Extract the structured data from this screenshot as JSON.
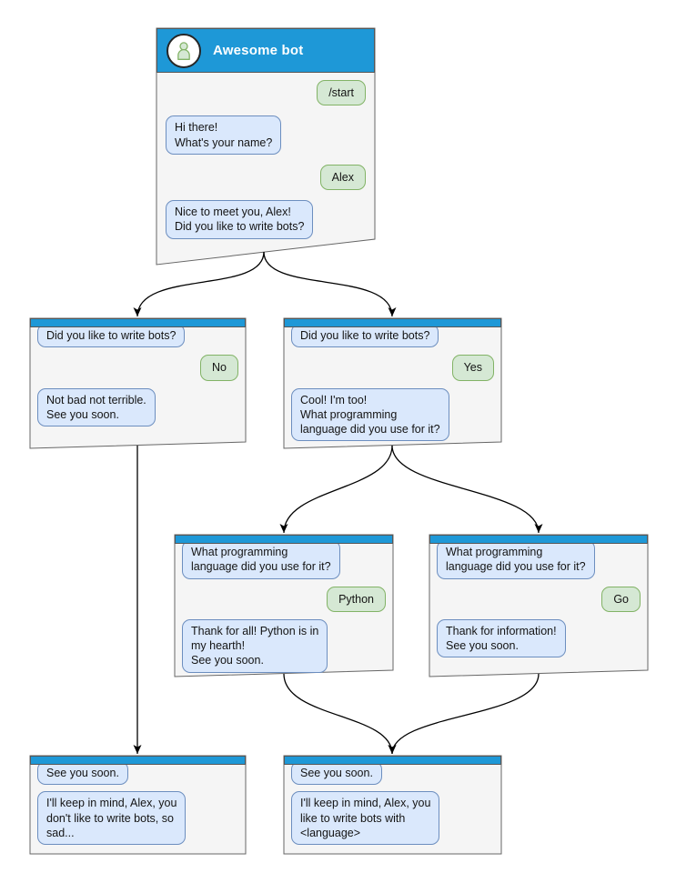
{
  "colors": {
    "canvas_bg": "#ffffff",
    "header_blue": "#1e98d7",
    "header_border": "#565656",
    "window_fill": "#f5f5f5",
    "window_border": "#666666",
    "bot_bubble_fill": "#dae8fc",
    "bot_bubble_border": "#6c8ebf",
    "user_bubble_fill": "#d5e8d4",
    "user_bubble_border": "#82b366",
    "arrow_color": "#000000"
  },
  "nodes": {
    "start": {
      "title": "Awesome bot",
      "avatar_icon": "user-icon",
      "messages": [
        {
          "from": "user",
          "text": "/start"
        },
        {
          "from": "bot",
          "text": "Hi there!\nWhat's your name?"
        },
        {
          "from": "user",
          "text": "Alex"
        },
        {
          "from": "bot",
          "text": "Nice to meet you, Alex!\nDid you like to write bots?"
        }
      ]
    },
    "branch_no": {
      "messages": [
        {
          "from": "bot",
          "text": "Did you like to write bots?"
        },
        {
          "from": "user",
          "text": "No"
        },
        {
          "from": "bot",
          "text": "Not bad not terrible.\nSee you soon."
        }
      ]
    },
    "branch_yes": {
      "messages": [
        {
          "from": "bot",
          "text": "Did you like to write bots?"
        },
        {
          "from": "user",
          "text": "Yes"
        },
        {
          "from": "bot",
          "text": "Cool! I'm too!\nWhat programming\nlanguage did you use for it?"
        }
      ]
    },
    "branch_python": {
      "messages": [
        {
          "from": "bot",
          "text": "What programming\nlanguage did you use for it?"
        },
        {
          "from": "user",
          "text": "Python"
        },
        {
          "from": "bot",
          "text": "Thank for all! Python is in\nmy hearth!\nSee you soon."
        }
      ]
    },
    "branch_go": {
      "messages": [
        {
          "from": "bot",
          "text": "What programming\nlanguage did you use for it?"
        },
        {
          "from": "user",
          "text": "Go"
        },
        {
          "from": "bot",
          "text": "Thank for information!\nSee you soon."
        }
      ]
    },
    "end_no": {
      "messages": [
        {
          "from": "bot",
          "text": "See you soon."
        },
        {
          "from": "bot",
          "text": "I'll keep in mind, Alex, you\ndon't like to write bots, so\nsad..."
        }
      ]
    },
    "end_yes": {
      "messages": [
        {
          "from": "bot",
          "text": "See you soon."
        },
        {
          "from": "bot",
          "text": "I'll keep in mind, Alex, you\nlike to write bots with\n<language>"
        }
      ]
    }
  }
}
